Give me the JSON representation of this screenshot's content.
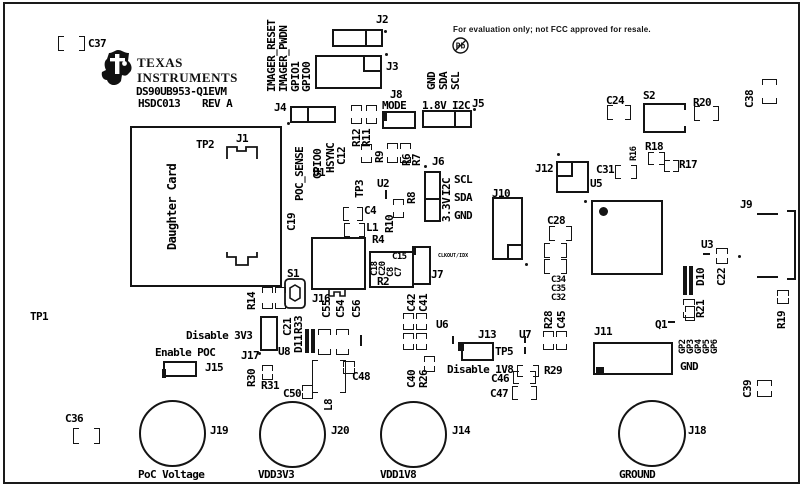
{
  "meta": {
    "brand_line1": "TEXAS",
    "brand_line2": "INSTRUMENTS",
    "part_number": "DS90UB953-Q1EVM",
    "board_id": "HSDC013",
    "revision": "REV A",
    "fcc_notice": "For evaluation only; not FCC approved for resale.",
    "pb_free": "Pb",
    "daughter_card": "Daughter Card"
  },
  "signals": {
    "imager_reset": "IMAGER_RESET",
    "imager_pwdn": "IMAGER_PWDN",
    "gpio1": "GPIO1",
    "gpio0_top": "GPIO0",
    "poc_sense": "POC_SENSE",
    "gpio0_u1": "GPIO0",
    "hsync": "HSYNC",
    "mode": "MODE",
    "v1p8": "1.8V",
    "i2c_j5": "I2C",
    "gnd_j5": "GND",
    "sda_j5": "SDA",
    "scl_j5": "SCL",
    "i2c_j6": "I2C",
    "v3p3": "3.3V",
    "scl_j6": "SCL",
    "sda_j6": "SDA",
    "gnd_j6": "GND",
    "clkout": "CLKOUT/IDX",
    "disable_3v3": "Disable 3V3",
    "enable_poc": "Enable POC",
    "disable_1v8": "Disable 1V8",
    "gp2": "GP2",
    "gp3": "GP3",
    "gp4": "GP4",
    "gp5": "GP5",
    "gp6": "GP6",
    "gnd_j11": "GND",
    "poc_voltage": "PoC Voltage",
    "vdd3v3": "VDD3V3",
    "vdd1v8": "VDD1V8",
    "ground": "GROUND"
  },
  "refdes": {
    "tp1": "TP1",
    "tp2": "TP2",
    "tp3": "TP3",
    "tp5": "TP5",
    "u1": "U1",
    "u2": "U2",
    "u3": "U3",
    "u5": "U5",
    "u6": "U6",
    "u7": "U7",
    "u8": "U8",
    "s1": "S1",
    "s2": "S2",
    "q1": "Q1",
    "j1": "J1",
    "j2": "J2",
    "j3": "J3",
    "j4": "J4",
    "j5": "J5",
    "j6": "J6",
    "j7": "J7",
    "j8": "J8",
    "j9": "J9",
    "j10": "J10",
    "j11": "J11",
    "j12": "J12",
    "j13": "J13",
    "j14": "J14",
    "j15": "J15",
    "j16": "J16",
    "j17": "J17",
    "j18": "J18",
    "j19": "J19",
    "j20": "J20",
    "l1": "L1",
    "l8": "L8",
    "d10": "D10",
    "d11": "D11",
    "c4": "C4",
    "c7": "C7",
    "c8": "C8",
    "c12": "C12",
    "c15": "C15",
    "c18": "C18",
    "c19": "C19",
    "c20": "C20",
    "c21": "C21",
    "c22": "C22",
    "c24": "C24",
    "c28": "C28",
    "c31": "C31",
    "c32": "C32",
    "c34": "C34",
    "c35": "C35",
    "c36": "C36",
    "c37": "C37",
    "c38": "C38",
    "c39": "C39",
    "c40": "C40",
    "c41": "C41",
    "c42": "C42",
    "c45": "C45",
    "c46": "C46",
    "c47": "C47",
    "c48": "C48",
    "c50": "C50",
    "c54": "C54",
    "c55": "C55",
    "c56": "C56",
    "r2": "R2",
    "r4": "R4",
    "r6": "R6",
    "r7": "R7",
    "r8": "R8",
    "r9": "R9",
    "r10": "R10",
    "r11": "R11",
    "r12": "R12",
    "r14": "R14",
    "r16": "R16",
    "r17": "R17",
    "r18": "R18",
    "r19": "R19",
    "r20": "R20",
    "r21": "R21",
    "r26": "R26",
    "r28": "R28",
    "r29": "R29",
    "r30": "R30",
    "r31": "R31",
    "r33": "R33"
  }
}
